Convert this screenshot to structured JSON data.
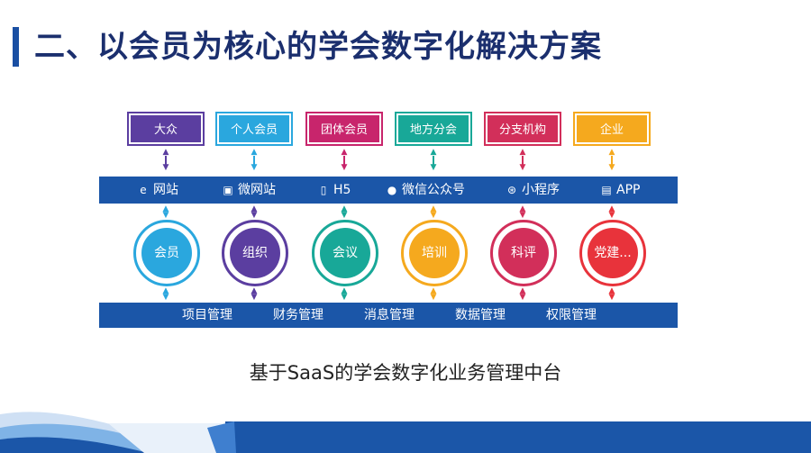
{
  "title": "二、以会员为核心的学会数字化解决方案",
  "top_boxes": [
    {
      "label": "大众",
      "color": "#5b3ea0"
    },
    {
      "label": "个人会员",
      "color": "#2aa7de"
    },
    {
      "label": "团体会员",
      "color": "#c8256c"
    },
    {
      "label": "地方分会",
      "color": "#18a898"
    },
    {
      "label": "分支机构",
      "color": "#d22f5a"
    },
    {
      "label": "企业",
      "color": "#f5a91e"
    }
  ],
  "channels": [
    {
      "label": "网站",
      "icon": "internet-explorer-icon",
      "glyph": "e"
    },
    {
      "label": "微网站",
      "icon": "mobile-icon",
      "glyph": "▣"
    },
    {
      "label": "H5",
      "icon": "phone-icon",
      "glyph": "▯"
    },
    {
      "label": "微信公众号",
      "icon": "wechat-icon",
      "glyph": "●"
    },
    {
      "label": "小程序",
      "icon": "mini-program-icon",
      "glyph": "⊛"
    },
    {
      "label": "APP",
      "icon": "app-icon",
      "glyph": "▤"
    }
  ],
  "modules": [
    {
      "label": "会员",
      "color": "#2aa7de"
    },
    {
      "label": "组织",
      "color": "#5b3ea0"
    },
    {
      "label": "会议",
      "color": "#18a898"
    },
    {
      "label": "培训",
      "color": "#f5a91e"
    },
    {
      "label": "科评",
      "color": "#d22f5a"
    },
    {
      "label": "党建...",
      "color": "#e8333b"
    }
  ],
  "management": [
    "项目管理",
    "财务管理",
    "消息管理",
    "数据管理",
    "权限管理"
  ],
  "caption": "基于SaaS的学会数字化业务管理中台",
  "colors": {
    "band": "#1b56a8",
    "title": "#1b2f6e",
    "accent": "#1a4fa3"
  }
}
